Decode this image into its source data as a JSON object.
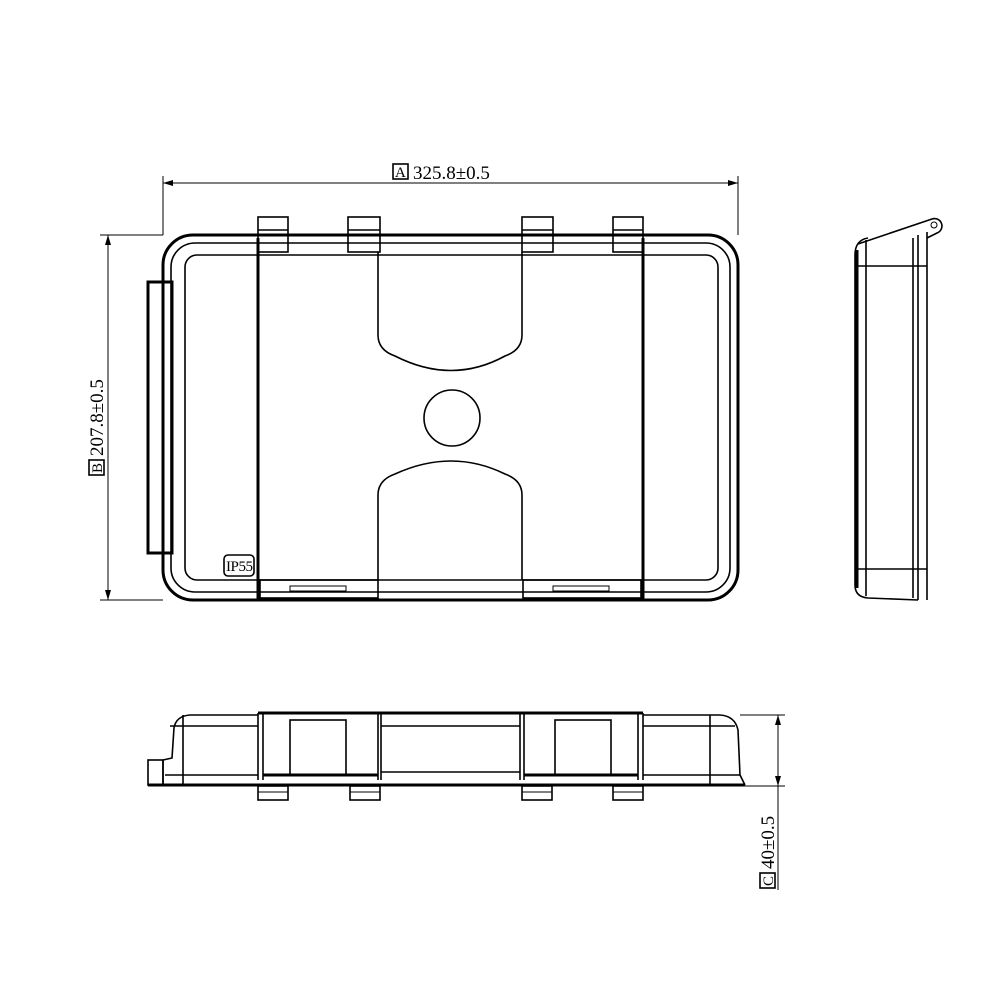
{
  "dimensions": {
    "width": {
      "ref": "A",
      "value": "325.8±0.5"
    },
    "depth": {
      "ref": "B",
      "value": "207.8±0.5"
    },
    "height": {
      "ref": "C",
      "value": "40±0.5"
    }
  },
  "rating_label": "IP55",
  "colors": {
    "line": "#000000",
    "background": "#ffffff"
  }
}
